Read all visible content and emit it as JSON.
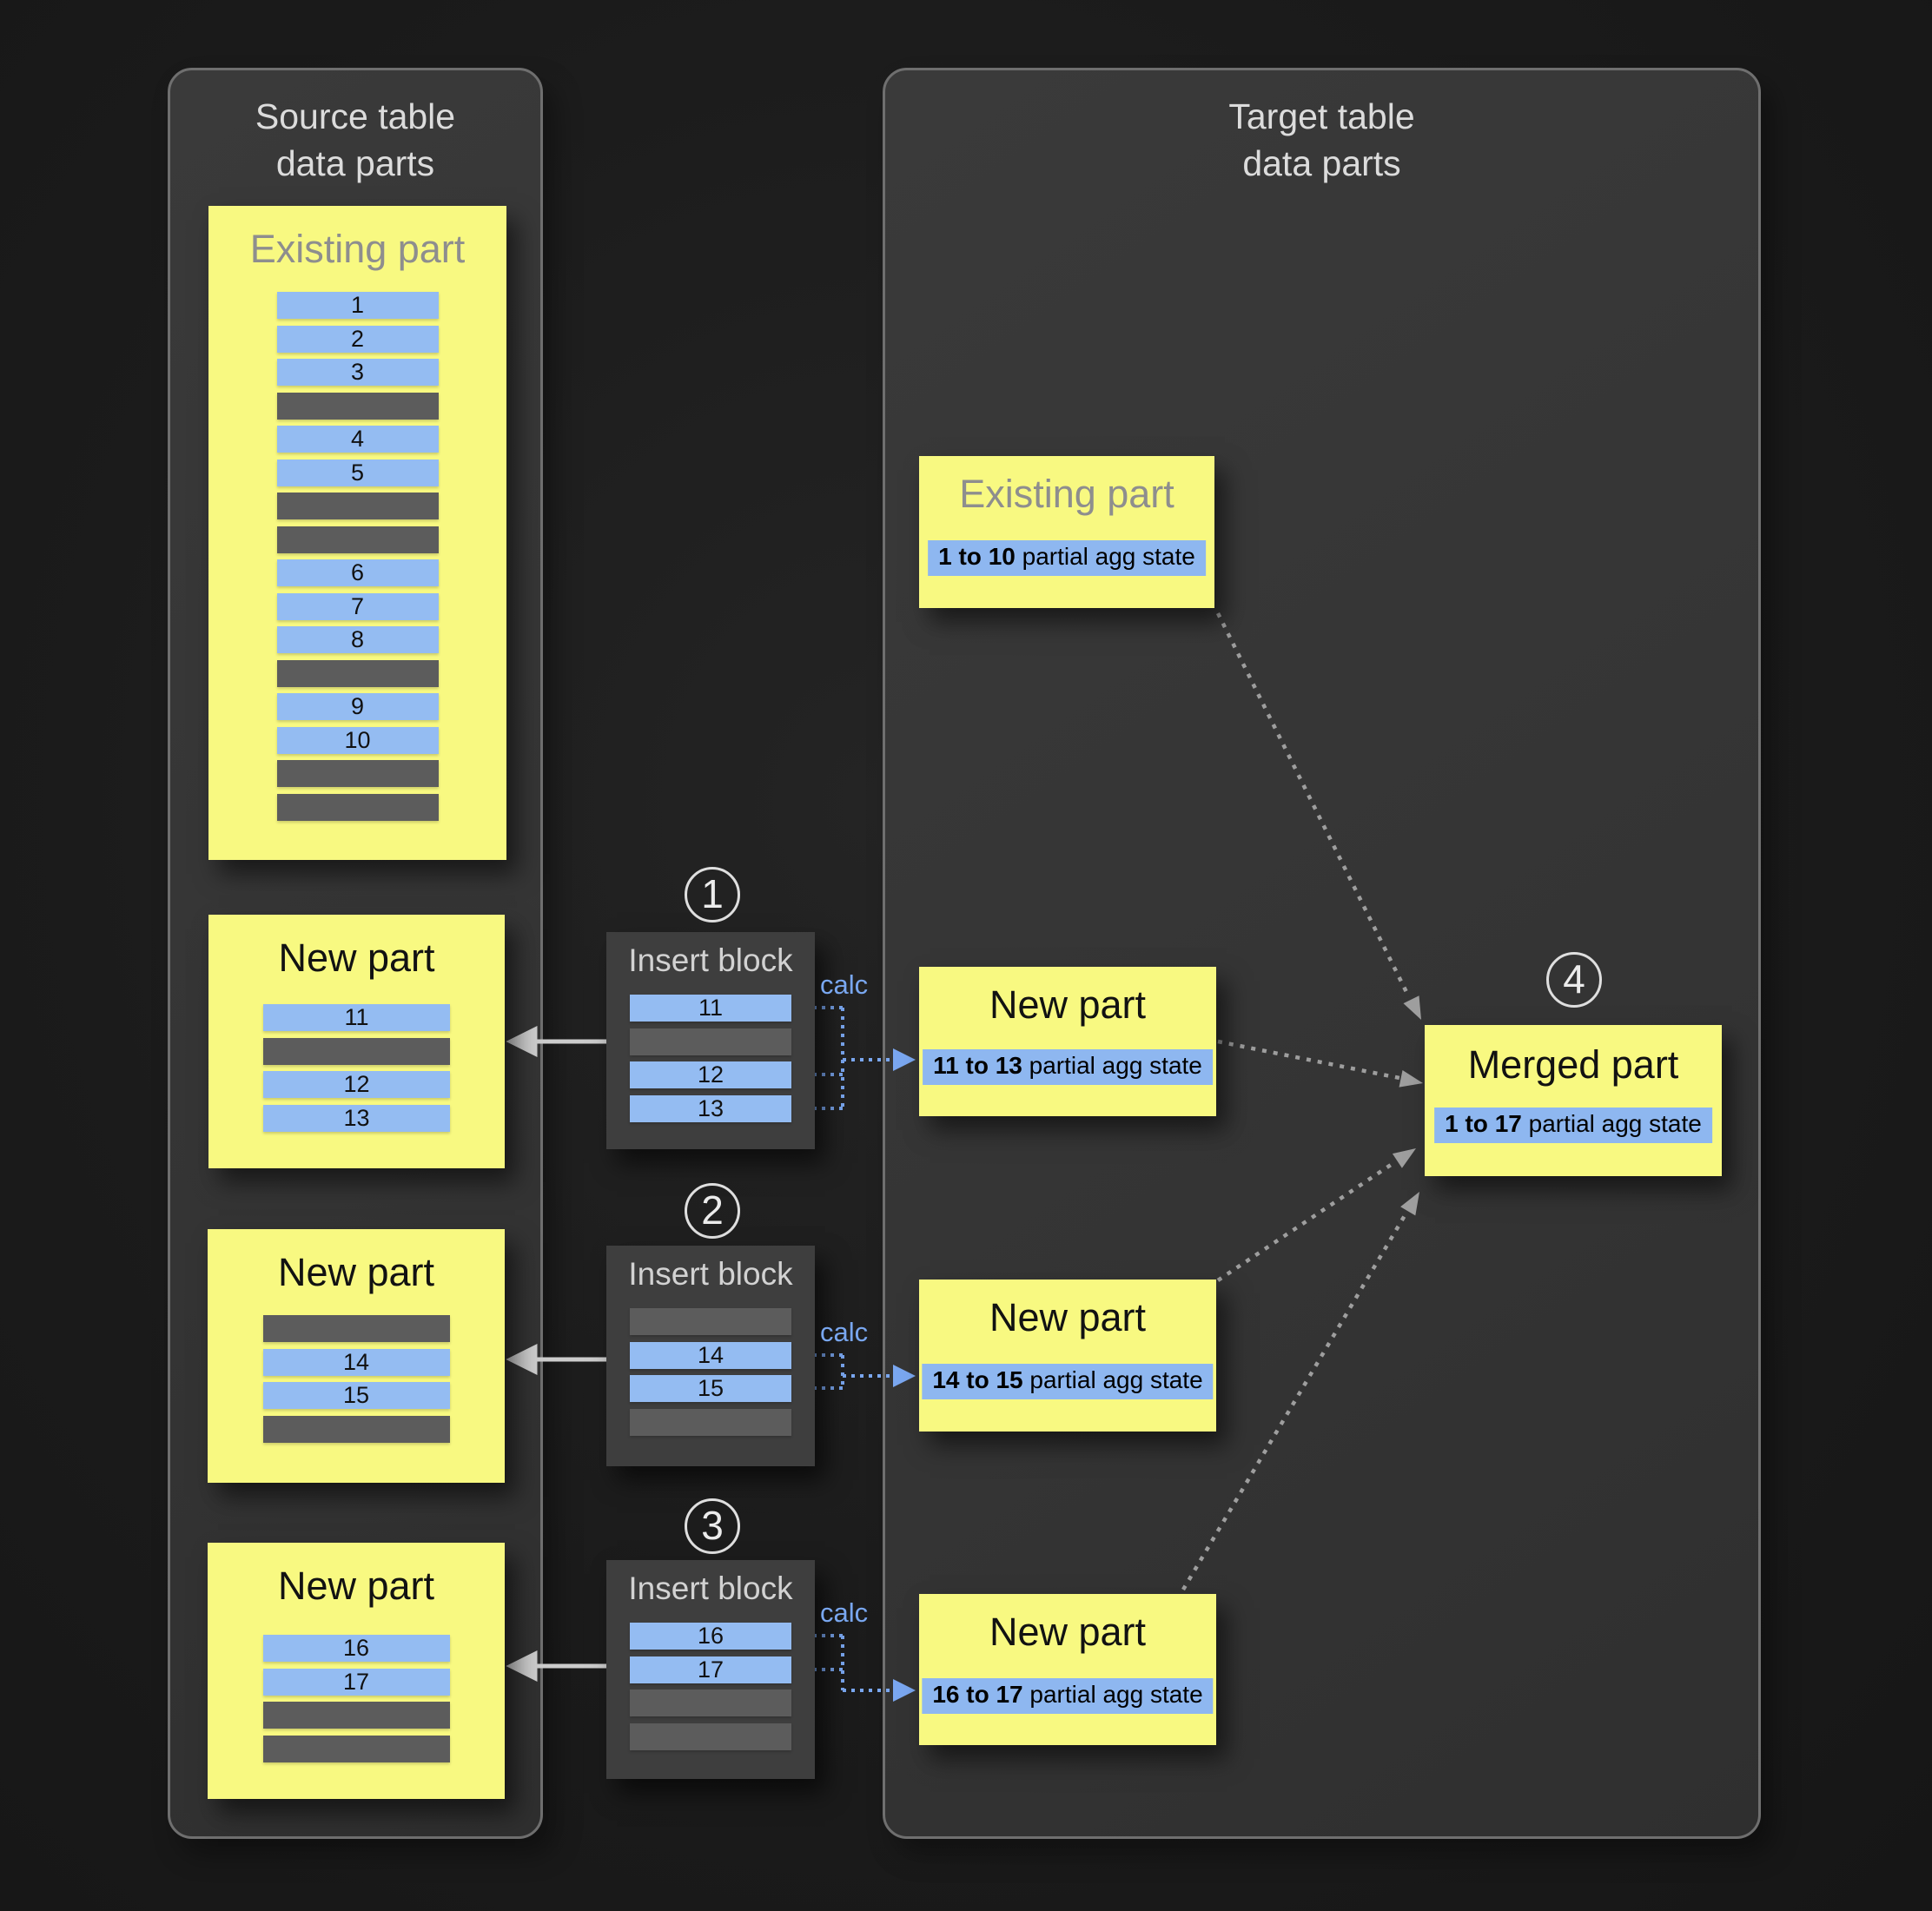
{
  "source_panel": {
    "title_line1": "Source table",
    "title_line2": "data parts"
  },
  "target_panel": {
    "title_line1": "Target table",
    "title_line2": "data parts"
  },
  "source_parts": [
    {
      "title": "Existing part",
      "rows": [
        "1",
        "2",
        "3",
        "",
        "4",
        "5",
        "",
        "",
        "6",
        "7",
        "8",
        "",
        "9",
        "10",
        "",
        ""
      ]
    },
    {
      "title": "New part",
      "rows": [
        "11",
        "",
        "12",
        "13"
      ]
    },
    {
      "title": "New part",
      "rows": [
        "",
        "14",
        "15",
        ""
      ]
    },
    {
      "title": "New part",
      "rows": [
        "16",
        "17",
        "",
        ""
      ]
    }
  ],
  "insert_blocks": [
    {
      "number": "1",
      "title": "Insert block",
      "calc_label": "calc",
      "rows": [
        "11",
        "",
        "12",
        "13"
      ]
    },
    {
      "number": "2",
      "title": "Insert block",
      "calc_label": "calc",
      "rows": [
        "",
        "14",
        "15",
        ""
      ]
    },
    {
      "number": "3",
      "title": "Insert block",
      "calc_label": "calc",
      "rows": [
        "16",
        "17",
        "",
        ""
      ]
    }
  ],
  "target_parts": [
    {
      "title": "Existing part",
      "range": "1 to 10",
      "state_label": "partial agg state"
    },
    {
      "title": "New part",
      "range": "11 to 13",
      "state_label": "partial agg state"
    },
    {
      "title": "New part",
      "range": "14 to 15",
      "state_label": "partial agg state"
    },
    {
      "title": "New part",
      "range": "16 to 17",
      "state_label": "partial agg state"
    }
  ],
  "merged_part": {
    "number": "4",
    "title": "Merged part",
    "range": "1 to 17",
    "state_label": "partial agg state"
  },
  "colors": {
    "background": "#1b1b1b",
    "panel_background": "#363636",
    "panel_border": "#6f6f6f",
    "part_yellow": "#f8f981",
    "row_blue": "#94bcf2",
    "row_gray": "#5c5c5c",
    "strip_blue": "#8eb7f0",
    "calc_blue": "#79a7f0",
    "dotted_gray_arrow": "#9e9e9e",
    "white_arrow": "#cccccc",
    "muted_title_gray": "#8e8e8e"
  }
}
